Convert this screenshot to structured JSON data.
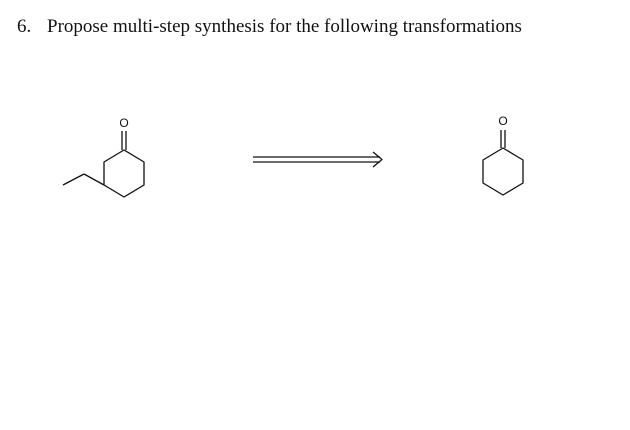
{
  "question": {
    "number": "6.",
    "text": "Propose multi-step synthesis for the following transformations"
  },
  "scheme": {
    "reactant": {
      "structure": "3-ethylcyclohexanone",
      "carbonyl_atom_label": "O"
    },
    "arrow": "reaction-arrow",
    "product": {
      "structure": "cyclohexanone",
      "carbonyl_atom_label": "O"
    }
  }
}
